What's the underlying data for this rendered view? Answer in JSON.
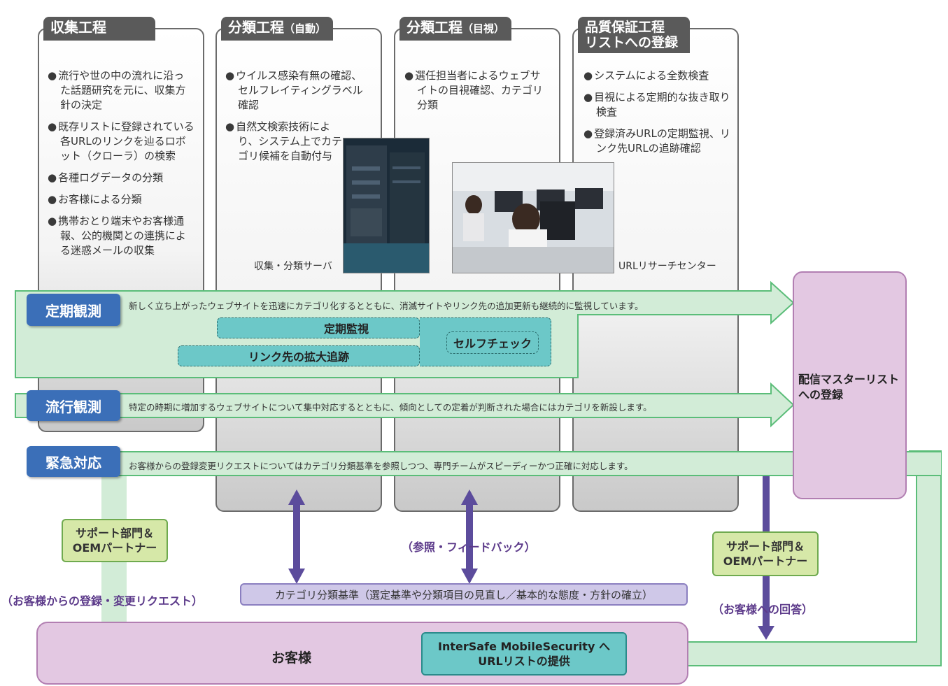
{
  "columns": [
    {
      "title": "収集工程",
      "subtitle": "",
      "items": [
        "流行や世の中の流れに沿った話題研究を元に、収集方針の決定",
        "既存リストに登録されている各URLのリンクを辿るロボット（クローラ）の検索",
        "各種ログデータの分類",
        "お客様による分類",
        "携帯おとり端末やお客様通報、公的機関との連携による迷惑メールの収集"
      ]
    },
    {
      "title": "分類工程",
      "subtitle": "（自動）",
      "items": [
        "ウイルス感染有無の確認、セルフレイティングラベル確認",
        "自然文検索技術により、システム上でカテゴリ候補を自動付与"
      ]
    },
    {
      "title": "分類工程",
      "subtitle": "（目視）",
      "items": [
        "選任担当者によるウェブサイトの目視確認、カテゴリ分類"
      ]
    },
    {
      "title": "品質保証工程",
      "subtitle": "リストへの登録",
      "items": [
        "システムによる全数検査",
        "目視による定期的な抜き取り検査",
        "登録済みURLの定期監視、リンク先URLの追跡確認"
      ]
    }
  ],
  "photos": {
    "server_caption": "収集・分類サーバ",
    "center_caption": "URLリサーチセンター"
  },
  "bands": {
    "periodic": {
      "label": "定期観測",
      "text": "新しく立ち上がったウェブサイトを迅速にカテゴリ化するとともに、消滅サイトやリンク先の追加更新も継続的に監視しています。"
    },
    "trend": {
      "label": "流行観測",
      "text": "特定の時期に増加するウェブサイトについて集中対応するとともに、傾向としての定着が判断された場合にはカテゴリを新設します。"
    },
    "emergency": {
      "label": "緊急対応",
      "text": "お客様からの登録変更リクエストについてはカテゴリ分類基準を参照しつつ、専門チームがスピーディーかつ正確に対応します。"
    }
  },
  "teal": {
    "regular_monitor": "定期監視",
    "link_track": "リンク先の拡大追跡",
    "self_check": "セルフチェック"
  },
  "master_list": "配信マスターリストへの登録",
  "support_left": "サポート部門＆\nOEMパートナー",
  "support_right": "サポート部門＆\nOEMパートナー",
  "notes": {
    "left_request": "（お客様からの登録・変更リクエスト）",
    "feedback": "（参照・フィードバック）",
    "reply": "（お客様への回答）"
  },
  "criteria": "カテゴリ分類基準（選定基準や分類項目の見直し／基本的な態度・方針の確立）",
  "customer": "お客様",
  "provide": "InterSafe MobileSecurity へ\nURLリストの提供",
  "colors": {
    "band_green": "#d2ecd7",
    "band_border": "#5bbd79",
    "blue": "#3b6fb8",
    "teal": "#6cc8c8",
    "pink": "#e3c8e2",
    "purple": "#5c4c9c",
    "support_green": "#d6e8a8"
  }
}
